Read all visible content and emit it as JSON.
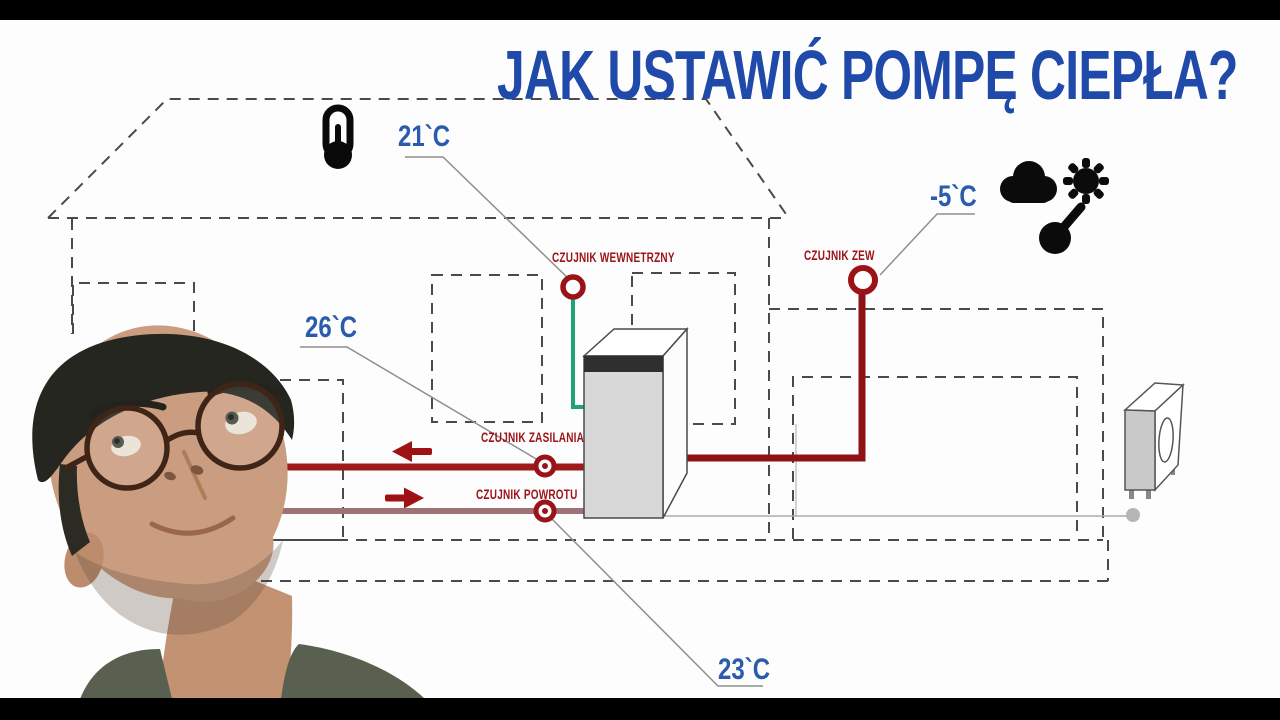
{
  "title": "JAK USTAWIĆ POMPĘ CIEPŁA?",
  "temperatures": {
    "indoor": "21`C",
    "supply": "26`C",
    "return": "23`C",
    "outdoor": "-5`C"
  },
  "sensor_labels": {
    "internal": "CZUJNIK WEWNETRZNY",
    "external": "CZUJNIK ZEW",
    "supply": "CZUJNIK ZASILANIA",
    "return": "CZUJNIK POWROTU"
  },
  "icons": {
    "indoor": "thermometer-icon",
    "outdoor": [
      "cloud-icon",
      "sun-icon",
      "outdoor-thermometer-icon"
    ]
  },
  "colors": {
    "title_blue": "#1f4aa9",
    "temp_blue": "#2b5cab",
    "sensor_red": "#9b1318",
    "pipe_supply": "#9e191c",
    "pipe_return": "#9f7376",
    "pipe_outdoor": "#8e1216",
    "green_line": "#1fa37a",
    "dash_gray": "#4a4a4a",
    "label_line_gray": "#8f8f8f"
  }
}
